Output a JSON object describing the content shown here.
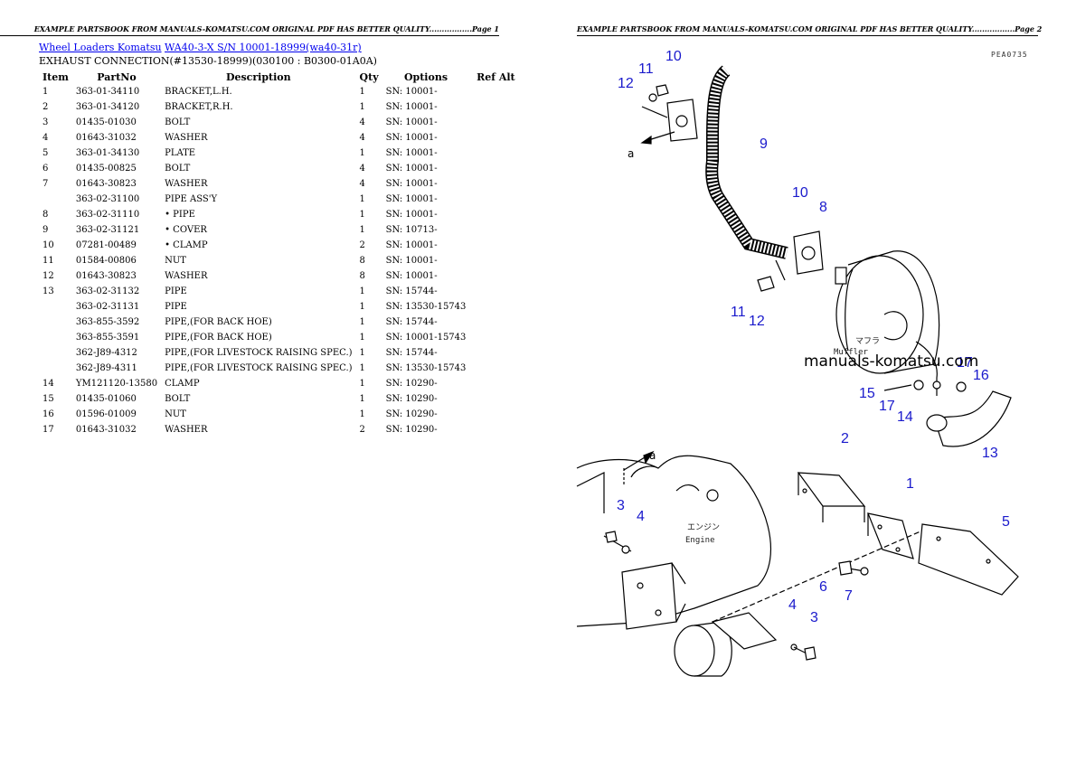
{
  "headers": {
    "page1": "EXAMPLE PARTSBOOK FROM MANUALS-KOMATSU.COM ORIGINAL PDF HAS BETTER QUALITY.................Page 1",
    "page2": "EXAMPLE PARTSBOOK FROM MANUALS-KOMATSU.COM ORIGINAL PDF HAS BETTER QUALITY.................Page 2"
  },
  "breadcrumb": {
    "link1": "Wheel Loaders Komatsu",
    "link2": "WA40-3-X S/N 10001-18999(wa40-31r)"
  },
  "subtitle": "EXHAUST CONNECTION(#13530-18999)(030100 : B0300-01A0A)",
  "table": {
    "headers": [
      "Item",
      "PartNo",
      "Description",
      "Qty",
      "Options",
      "Ref Alt"
    ],
    "rows": [
      [
        "1",
        "363-01-34110",
        "BRACKET,L.H.",
        "1",
        "SN: 10001-",
        ""
      ],
      [
        "2",
        "363-01-34120",
        "BRACKET,R.H.",
        "1",
        "SN: 10001-",
        ""
      ],
      [
        "3",
        "01435-01030",
        "BOLT",
        "4",
        "SN: 10001-",
        ""
      ],
      [
        "4",
        "01643-31032",
        "WASHER",
        "4",
        "SN: 10001-",
        ""
      ],
      [
        "5",
        "363-01-34130",
        "PLATE",
        "1",
        "SN: 10001-",
        ""
      ],
      [
        "6",
        "01435-00825",
        "BOLT",
        "4",
        "SN: 10001-",
        ""
      ],
      [
        "7",
        "01643-30823",
        "WASHER",
        "4",
        "SN: 10001-",
        ""
      ],
      [
        "",
        "363-02-31100",
        "PIPE ASS'Y",
        "1",
        "SN: 10001-",
        ""
      ],
      [
        "8",
        "363-02-31110",
        "• PIPE",
        "1",
        "SN: 10001-",
        ""
      ],
      [
        "9",
        "363-02-31121",
        "• COVER",
        "1",
        "SN: 10713-",
        ""
      ],
      [
        "10",
        "07281-00489",
        "• CLAMP",
        "2",
        "SN: 10001-",
        ""
      ],
      [
        "11",
        "01584-00806",
        "NUT",
        "8",
        "SN: 10001-",
        ""
      ],
      [
        "12",
        "01643-30823",
        "WASHER",
        "8",
        "SN: 10001-",
        ""
      ],
      [
        "13",
        "363-02-31132",
        "PIPE",
        "1",
        "SN: 15744-",
        ""
      ],
      [
        "",
        "363-02-31131",
        "PIPE",
        "1",
        "SN: 13530-15743",
        ""
      ],
      [
        "",
        "363-855-3592",
        "PIPE,(FOR BACK HOE)",
        "1",
        "SN: 15744-",
        ""
      ],
      [
        "",
        "363-855-3591",
        "PIPE,(FOR BACK HOE)",
        "1",
        "SN: 10001-15743",
        ""
      ],
      [
        "",
        "362-J89-4312",
        "PIPE,(FOR LIVESTOCK RAISING SPEC.)",
        "1",
        "SN: 15744-",
        ""
      ],
      [
        "",
        "362-J89-4311",
        "PIPE,(FOR LIVESTOCK RAISING SPEC.)",
        "1",
        "SN: 13530-15743",
        ""
      ],
      [
        "14",
        "YM121120-13580",
        "CLAMP",
        "1",
        "SN: 10290-",
        ""
      ],
      [
        "15",
        "01435-01060",
        "BOLT",
        "1",
        "SN: 10290-",
        ""
      ],
      [
        "16",
        "01596-01009",
        "NUT",
        "1",
        "SN: 10290-",
        ""
      ],
      [
        "17",
        "01643-31032",
        "WASHER",
        "2",
        "SN: 10290-",
        ""
      ]
    ]
  },
  "diagram": {
    "code": "PEA0735",
    "watermark": "manuals-komatsu.com",
    "muffler_jp": "マフラ",
    "muffler_en": "Muffler",
    "engine_jp": "エンジン",
    "engine_en": "Engine",
    "arrow_label": "a",
    "callout_color": "#1a1acc",
    "callouts": [
      "10",
      "11",
      "12",
      "9",
      "10",
      "8",
      "11",
      "12",
      "17",
      "16",
      "15",
      "17",
      "14",
      "13",
      "2",
      "1",
      "5",
      "3",
      "4",
      "6",
      "7",
      "4",
      "3"
    ]
  },
  "colors": {
    "link": "#0000ee",
    "callout": "#1a1acc"
  }
}
